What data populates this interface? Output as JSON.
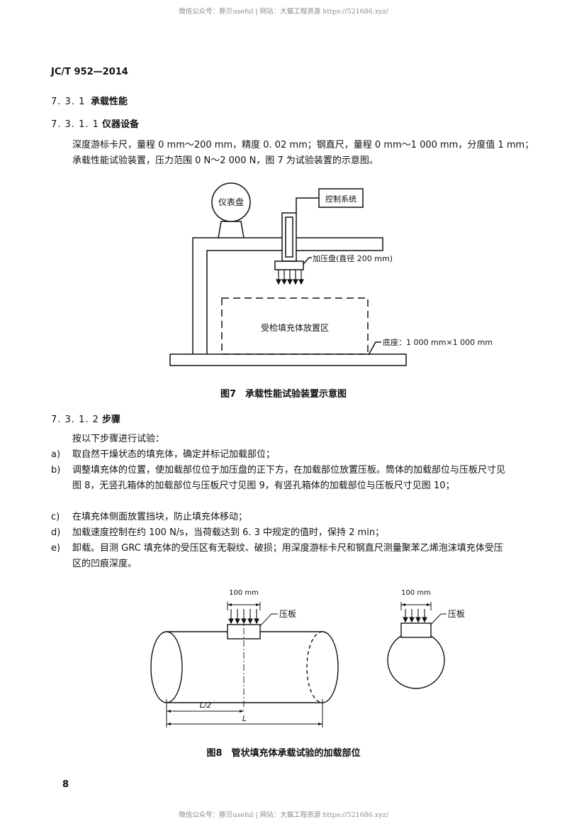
{
  "watermark": {
    "top": "微信公众号：豚贝useful | 网站：大猫工程资源 https://521686.xyz/",
    "bottom": "微信公众号：豚贝useful | 网站：大猫工程资源 https://521686.xyz/"
  },
  "standard_code": "JC/T 952—2014",
  "section_7_3_1": {
    "num": "7. 3. 1",
    "title": "承载性能"
  },
  "section_7_3_1_1": {
    "num": "7. 3. 1. 1",
    "title": "仪器设备",
    "text": "深度游标卡尺，量程 0 mm～200 mm，精度 0. 02 mm；钢直尺，量程 0 mm～1 000 mm，分度值 1 mm；承载性能试验装置，压力范围 0 N～2 000 N，图 7 为试验装置的示意图。"
  },
  "figure7": {
    "gauge_label": "仪表盘",
    "control_label": "控制系统",
    "plate_label": "加压盘(直径 200 mm)",
    "zone_label": "受检填充体放置区",
    "base_label": "底座：1 000 mm×1 000 mm",
    "caption": "图7　承载性能试验装置示意图"
  },
  "section_7_3_1_2": {
    "num": "7. 3. 1. 2",
    "title": "步骤",
    "intro": "按以下步骤进行试验：",
    "steps": [
      {
        "label": "a)",
        "text": "取自然干燥状态的填充体，确定并标记加载部位；"
      },
      {
        "label": "b)",
        "text": "调整填充体的位置，使加载部位位于加压盘的正下方，在加载部位放置压板。筒体的加载部位与压板尺寸见图 8，无竖孔箱体的加载部位与压板尺寸见图 9，有竖孔箱体的加载部位与压板尺寸见图 10；"
      },
      {
        "label": "c)",
        "text": "在填充体侧面放置挡块，防止填充体移动；"
      },
      {
        "label": "d)",
        "text": "加载速度控制在约 100 N/s，当荷载达到 6. 3 中规定的值时，保持 2 min；"
      },
      {
        "label": "e)",
        "text": "卸载。目测 GRC 填充体的受压区有无裂纹、破损；用深度游标卡尺和钢直尺测量聚苯乙烯泡沫填充体受压区的凹痕深度。"
      }
    ]
  },
  "figure8": {
    "dim_100_left": "100 mm",
    "dim_100_right": "100 mm",
    "plate_left": "压板",
    "plate_right": "压板",
    "half_length": "L/2",
    "length": "L",
    "caption": "图8　管状填充体承载试验的加载部位"
  },
  "page_number": "8"
}
